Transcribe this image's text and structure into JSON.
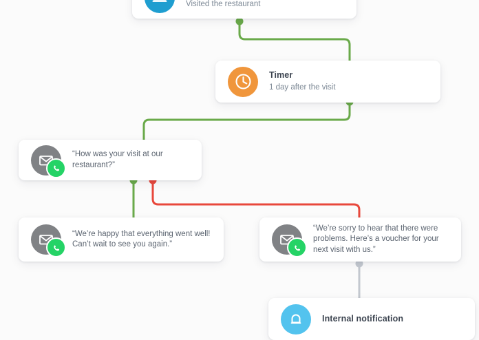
{
  "canvas": {
    "background": "#fbfbfb",
    "name": "automation-workflow-flowchart"
  },
  "colors": {
    "green_branch": "#6aaa4a",
    "red_branch": "#e8483c",
    "grey_branch": "#c3c8cf",
    "icon_blue": "#1f9ed0",
    "icon_orange": "#f0963c",
    "icon_grey": "#808285",
    "icon_light_blue": "#53c3ee",
    "whatsapp_green": "#25d366",
    "card_background": "#ffffff",
    "title_text": "#3c4450",
    "body_text": "#5b6470",
    "muted_text": "#7b8794"
  },
  "nodes": [
    {
      "id": "visited",
      "icon": "restaurant-plate-icon",
      "icon_color": "blue",
      "title": "",
      "subtitle": "Visited the restaurant",
      "quote": "",
      "has_whatsapp_badge": false
    },
    {
      "id": "timer",
      "icon": "clock-icon",
      "icon_color": "orange",
      "title": "Timer",
      "subtitle": "1 day after the visit",
      "quote": "",
      "has_whatsapp_badge": false
    },
    {
      "id": "question",
      "icon": "envelope-icon",
      "icon_color": "grey",
      "title": "",
      "subtitle": "",
      "quote": "“How was your visit at our restaurant?”",
      "has_whatsapp_badge": true
    },
    {
      "id": "positive",
      "icon": "envelope-icon",
      "icon_color": "grey",
      "title": "",
      "subtitle": "",
      "quote": "“We’re happy that everything went well! Can’t wait to see you again.”",
      "has_whatsapp_badge": true
    },
    {
      "id": "negative",
      "icon": "envelope-icon",
      "icon_color": "grey",
      "title": "",
      "subtitle": "",
      "quote": "“We’re sorry to hear that there were problems. Here’s a voucher for your next visit with us.”",
      "has_whatsapp_badge": true
    },
    {
      "id": "internal",
      "icon": "bell-notification-icon",
      "icon_color": "light-blue",
      "title": "Internal notification",
      "subtitle": "",
      "quote": "",
      "has_whatsapp_badge": false
    }
  ],
  "connectors": [
    {
      "id": "visited-to-timer",
      "color": "#6aaa4a",
      "dot": "green"
    },
    {
      "id": "timer-to-question",
      "color": "#6aaa4a",
      "dot": "green"
    },
    {
      "id": "question-to-positive",
      "color": "#6aaa4a",
      "dot": "green"
    },
    {
      "id": "question-to-negative",
      "color": "#e8483c",
      "dot": "red"
    },
    {
      "id": "negative-to-internal",
      "color": "#c3c8cf",
      "dot": "grey"
    }
  ]
}
